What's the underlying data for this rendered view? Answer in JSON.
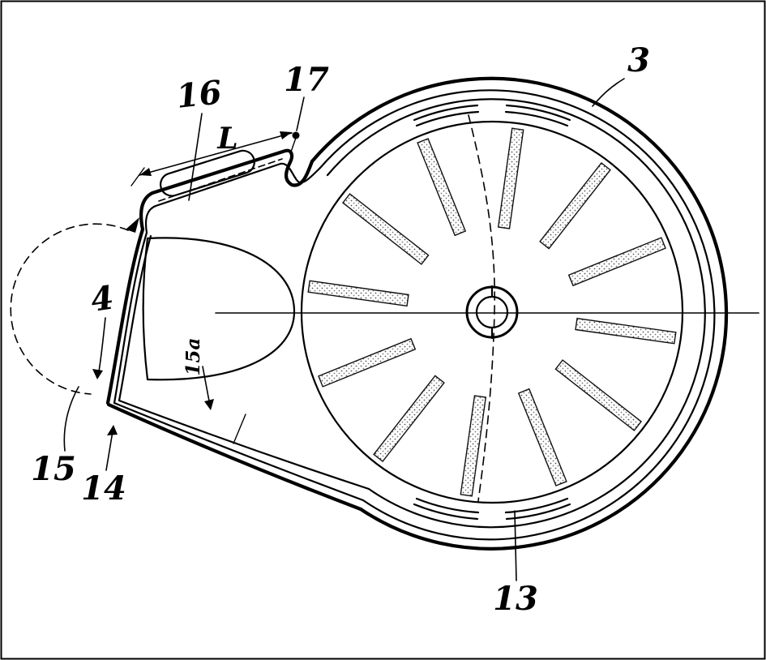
{
  "figure": {
    "labels": {
      "ref3": "3",
      "ref16": "16",
      "ref17": "17",
      "dimL": "L",
      "ref4": "4",
      "ref15a": "15a",
      "ref15": "15",
      "ref14": "14",
      "ref13": "13"
    }
  }
}
